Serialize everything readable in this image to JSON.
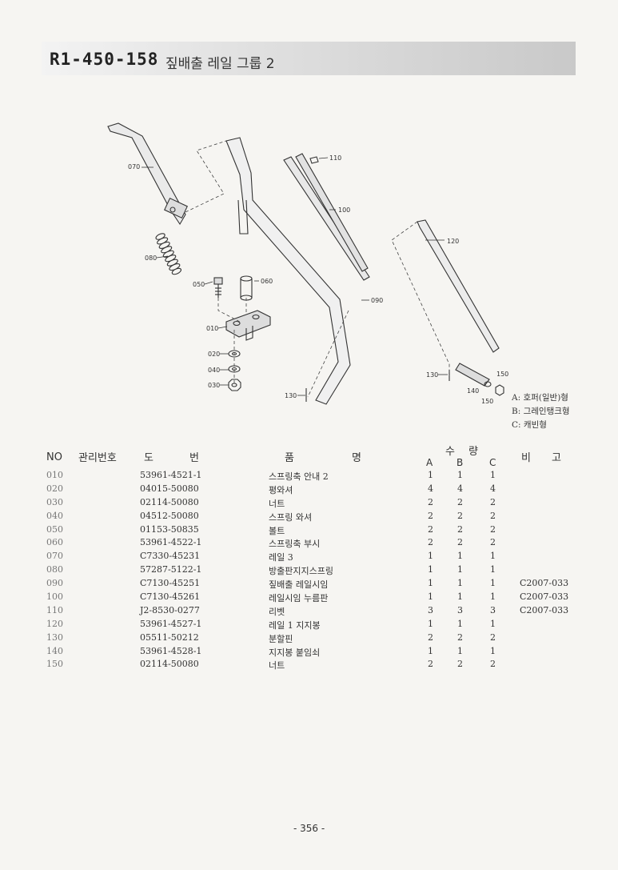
{
  "header": {
    "code": "R1-450-158",
    "title": "짚배출 레일 그룹 2"
  },
  "diagram": {
    "callouts": {
      "p070": "070",
      "p080": "080",
      "p050": "050",
      "p060": "060",
      "p010": "010",
      "p020": "020",
      "p040": "040",
      "p030": "030",
      "p110": "110",
      "p100": "100",
      "p090": "090",
      "p120": "120",
      "p130a": "130",
      "p130b": "130",
      "p140": "140",
      "p150a": "150",
      "p150b": "150"
    },
    "variants": [
      "A: 호퍼(일반)형",
      "B: 그레인탱크형",
      "C: 캐빈형"
    ]
  },
  "table": {
    "headers": {
      "no": "NO",
      "mgmt": "관리번호",
      "do": "도",
      "bun": "번",
      "pum": "품",
      "myeong": "명",
      "su": "수",
      "ryang": "량",
      "bi": "비",
      "go": "고"
    },
    "qty_cols": [
      "A",
      "B",
      "C"
    ],
    "rows": [
      {
        "no": "010",
        "part": "53961-4521-1",
        "name": "스프링축 안내 2",
        "a": "1",
        "b": "1",
        "c": "1",
        "remark": ""
      },
      {
        "no": "020",
        "part": "04015-50080",
        "name": "평와셔",
        "a": "4",
        "b": "4",
        "c": "4",
        "remark": ""
      },
      {
        "no": "030",
        "part": "02114-50080",
        "name": "너트",
        "a": "2",
        "b": "2",
        "c": "2",
        "remark": ""
      },
      {
        "no": "040",
        "part": "04512-50080",
        "name": "스프링 와셔",
        "a": "2",
        "b": "2",
        "c": "2",
        "remark": ""
      },
      {
        "no": "050",
        "part": "01153-50835",
        "name": "볼트",
        "a": "2",
        "b": "2",
        "c": "2",
        "remark": ""
      },
      {
        "no": "060",
        "part": "53961-4522-1",
        "name": "스프링축 부시",
        "a": "2",
        "b": "2",
        "c": "2",
        "remark": ""
      },
      {
        "no": "070",
        "part": "C7330-45231",
        "name": "레일 3",
        "a": "1",
        "b": "1",
        "c": "1",
        "remark": ""
      },
      {
        "no": "080",
        "part": "57287-5122-1",
        "name": "방출판지지스프링",
        "a": "1",
        "b": "1",
        "c": "1",
        "remark": ""
      },
      {
        "no": "090",
        "part": "C7130-45251",
        "name": "짚배출 레일시임",
        "a": "1",
        "b": "1",
        "c": "1",
        "remark": "C2007-033"
      },
      {
        "no": "100",
        "part": "C7130-45261",
        "name": "레일시임 누름판",
        "a": "1",
        "b": "1",
        "c": "1",
        "remark": "C2007-033"
      },
      {
        "no": "110",
        "part": "J2-8530-0277",
        "name": "리벳",
        "a": "3",
        "b": "3",
        "c": "3",
        "remark": "C2007-033"
      },
      {
        "no": "120",
        "part": "53961-4527-1",
        "name": "레일 1 지지봉",
        "a": "1",
        "b": "1",
        "c": "1",
        "remark": ""
      },
      {
        "no": "130",
        "part": "05511-50212",
        "name": "분할핀",
        "a": "2",
        "b": "2",
        "c": "2",
        "remark": ""
      },
      {
        "no": "140",
        "part": "53961-4528-1",
        "name": "지지봉 붙임쇠",
        "a": "1",
        "b": "1",
        "c": "1",
        "remark": ""
      },
      {
        "no": "150",
        "part": "02114-50080",
        "name": "너트",
        "a": "2",
        "b": "2",
        "c": "2",
        "remark": ""
      }
    ]
  },
  "footer": {
    "page": "- 356 -"
  }
}
